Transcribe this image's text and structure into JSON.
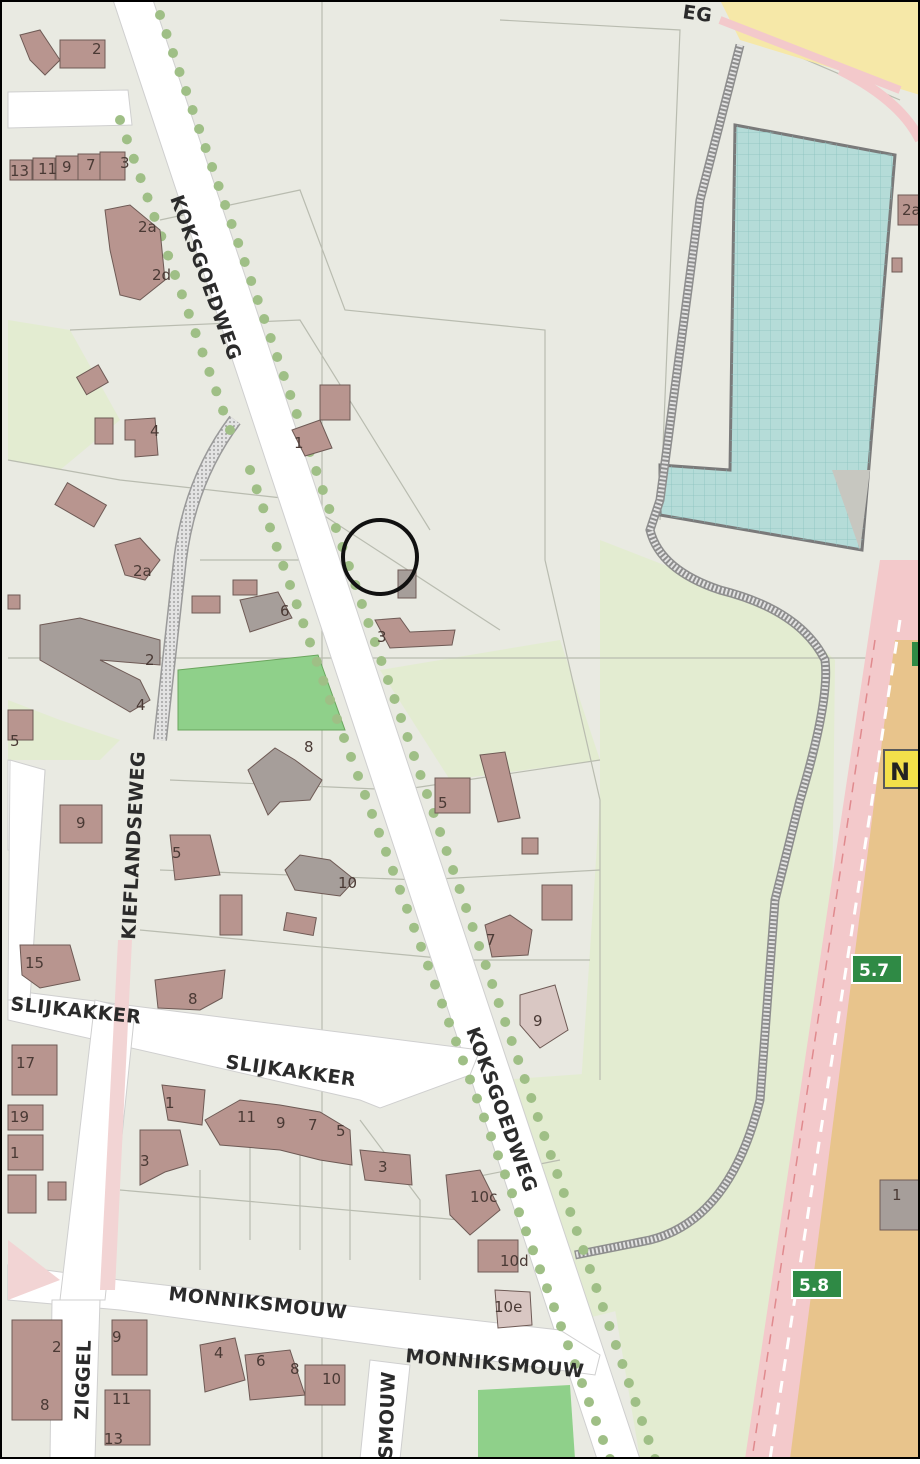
{
  "streets": {
    "koksgoedweg": "KOKSGOEDWEG",
    "kieflandseweg": "KIEFLANDSEWEG",
    "slijkakker": "SLIJKAKKER",
    "monniksmouw": "MONNIKSMOUW",
    "mouw_partial": "SMOUW",
    "ziggel": "ZIGGEL",
    "top_partial": "EG"
  },
  "highway": {
    "label_partial": "N",
    "km_markers": [
      "5.7",
      "5.8"
    ]
  },
  "house_numbers": {
    "topleft_2": "2",
    "row_13": "13",
    "row_11": "11",
    "row_9": "9",
    "row_7": "7",
    "row_3": "3",
    "h_2a_top": "2a",
    "h_2d": "2d",
    "h_4_left": "4",
    "h_2a_left": "2a",
    "h_2_left": "2",
    "h_4_left_low": "4",
    "h_5_edge": "5",
    "h_1_east": "1",
    "h_3_east": "3",
    "h_6": "6",
    "h_8_mid": "8",
    "h_5_west": "5",
    "h_9_west": "9",
    "h_10": "10",
    "h_5_east": "5",
    "h_7_east": "7",
    "h_9_east": "9",
    "h_15": "15",
    "h_8_slijk": "8",
    "h_17": "17",
    "h_19": "19",
    "h_1_edge": "1",
    "h_1_sl": "1",
    "h_11_sl": "11",
    "h_9_sl": "9",
    "h_7_sl": "7",
    "h_5_sl": "5",
    "h_3_sl": "3",
    "h_3_sl_left": "3",
    "h_10c": "10c",
    "h_10d": "10d",
    "h_10e": "10e",
    "h_2_bottom": "2",
    "h_8_bottom": "8",
    "h_9_bottom": "9",
    "h_11_bottom": "11",
    "h_13_bottom": "13",
    "h_4_mon": "4",
    "h_6_mon": "6",
    "h_8_mon": "8",
    "h_10_mon": "10",
    "h_2a_far": "2a",
    "h_1_far": "1"
  },
  "colors": {
    "background": "#e9eae2",
    "parcel_line": "#b9bcb0",
    "building": "#b8958f",
    "building_grey": "#a69e9a",
    "road": "#ffffff",
    "tree": "#9fbf86",
    "park": "#8fd08a",
    "green_field": "#e3ecd1",
    "water": "#b5dcd8",
    "highway": "#e8c48c",
    "highway_edge": "#f3c9cb",
    "km_box": "#2f8a45",
    "label_box": "#f3e04a",
    "marker": "#111111"
  },
  "marker": {
    "type": "circle-outline",
    "icon": "location-circle"
  }
}
